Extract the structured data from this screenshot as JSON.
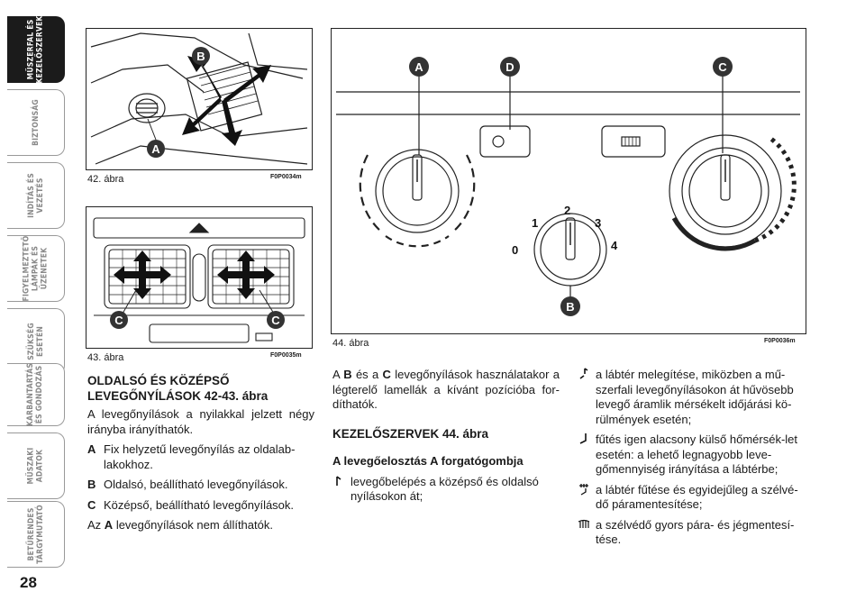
{
  "tabs": [
    {
      "label": "MŰSZERFAL ÉS\nKEZELŐSZERVEK",
      "active": true
    },
    {
      "label": "BIZTONSÁG",
      "active": false
    },
    {
      "label": "INDÍTÁS ÉS\nVEZETÉS",
      "active": false
    },
    {
      "label": "FIGYELMEZTETŐ\nLÁMPÁK ÉS\nÜZENETEK",
      "active": false
    },
    {
      "label": "SZÜKSÉG\nESETÉN",
      "active": false
    },
    {
      "label": "KARBANTARTÁS\nÉS GONDOZÁS",
      "active": false
    },
    {
      "label": "MŰSZAKI\nADATOK",
      "active": false
    },
    {
      "label": "BETŰRENDES\nTÁRGYMUTATÓ",
      "active": false
    }
  ],
  "page_number": "28",
  "figures": {
    "fig42": {
      "caption": "42. ábra",
      "code": "F0P0034m",
      "callouts": [
        "A",
        "B"
      ]
    },
    "fig43": {
      "caption": "43. ábra",
      "code": "F0P0035m",
      "callouts": [
        "C",
        "C"
      ]
    },
    "fig44": {
      "caption": "44. ábra",
      "code": "F0P0036m",
      "callouts": [
        "A",
        "D",
        "C",
        "B"
      ],
      "dial_numbers": [
        "0",
        "1",
        "2",
        "3",
        "4"
      ]
    }
  },
  "col1": {
    "heading_line1": "OLDALSÓ ÉS KÖZÉPSŐ",
    "heading_line2": "LEVEGŐNYÍLÁSOK 42-43. ábra",
    "intro": "A levegőnyílások a nyilakkal jelzett négy irányba irányíthatók.",
    "items": [
      {
        "letter": "A",
        "text": "Fix helyzetű levegőnyílás az oldalab-lakokhoz."
      },
      {
        "letter": "B",
        "text": "Oldalsó, beállítható levegőnyílások."
      },
      {
        "letter": "C",
        "text": "Középső, beállítható levegőnyílások."
      }
    ],
    "note_prefix": "Az",
    "note_letter": "A",
    "note_rest": "levegőnyílások nem állíthatók."
  },
  "col2": {
    "p_prefix": "A",
    "p_b": "B",
    "p_mid": "és a",
    "p_c": "C",
    "p_rest": "levegőnyílások használatakor a légterelő lamellák a kívánt pozícióba for-díthatók.",
    "heading": "KEZELŐSZERVEK 44. ábra",
    "subheading": "A levegőelosztás A forgatógombja",
    "item1": "levegőbelépés a középső és oldalsó nyílásokon át;"
  },
  "col3": {
    "items": [
      "a lábtér melegítése, miközben a mű-szerfali levegőnyílásokon át hűvösebb levegő áramlik mérsékelt időjárási kö-rülmények esetén;",
      "fűtés igen alacsony külső hőmérsék-let esetén: a lehető legnagyobb leve-gőmennyiség irányítása a lábtérbe;",
      "a lábtér fűtése és egyidejűleg a szélvé-dő páramentesítése;",
      "a szélvédő gyors pára- és jégmentesí-tése."
    ]
  }
}
